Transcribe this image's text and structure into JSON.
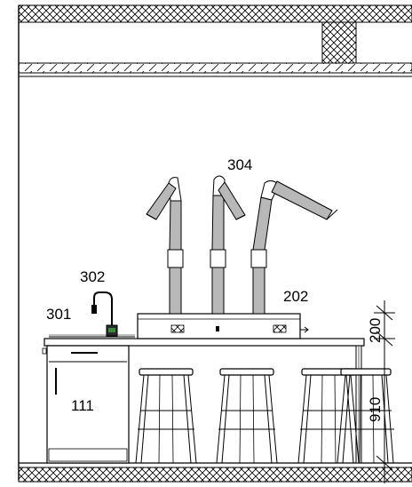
{
  "labels": {
    "fume_arms": "304",
    "faucet": "302",
    "sink": "301",
    "fume_hood_base": "202",
    "cabinet": "111"
  },
  "dimensions": {
    "upper": "200",
    "lower": "910"
  }
}
